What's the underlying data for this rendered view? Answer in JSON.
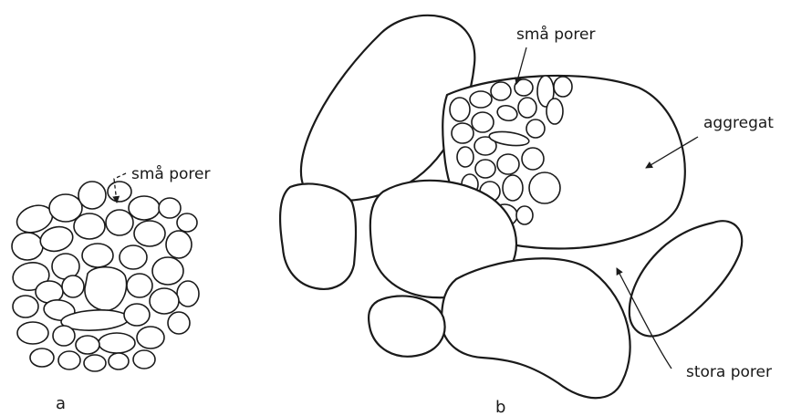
{
  "panel_a": {
    "letter": "a",
    "small_pores_label": "små porer"
  },
  "panel_b": {
    "letter": "b",
    "small_pores_label": "små porer",
    "aggregate_label": "aggregat",
    "large_pores_label": "stora porer"
  }
}
